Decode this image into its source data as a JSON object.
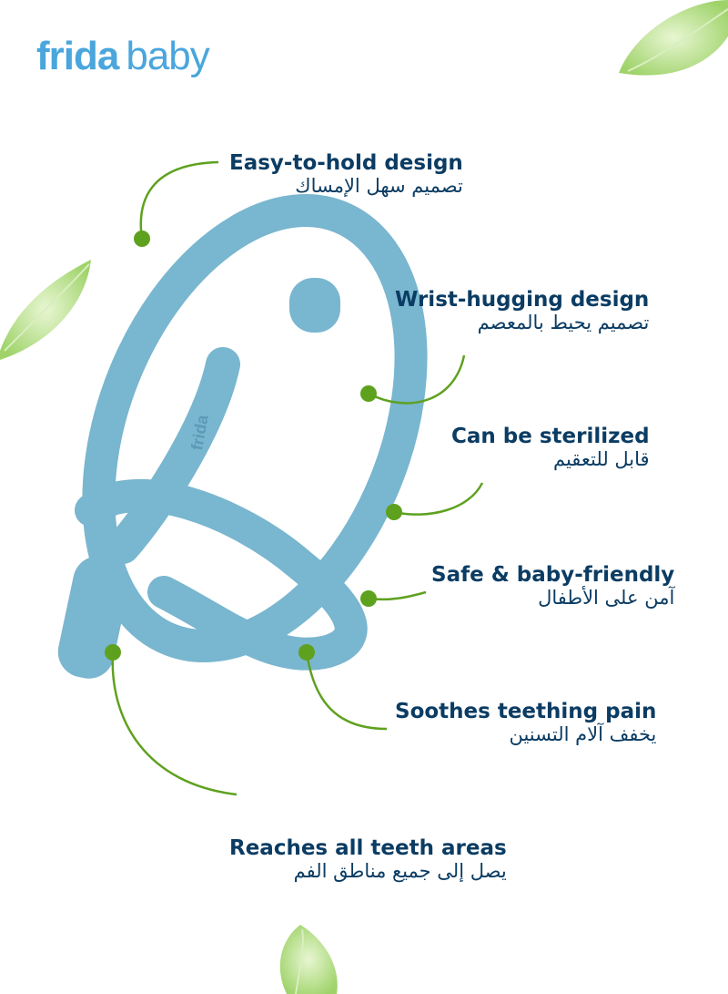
{
  "brand": {
    "word1": "frida",
    "word2": "baby",
    "color": "#4aa6dc"
  },
  "product": {
    "embossed_text": "frida",
    "color": "#79b6cf"
  },
  "colors": {
    "text": "#0b3c63",
    "accent": "#5ea11f",
    "leaf": "#b8e08a"
  },
  "features": [
    {
      "en": "Easy-to-hold design",
      "ar": "تصميم سهل الإمساك"
    },
    {
      "en": "Wrist-hugging design",
      "ar": "تصميم يحيط بالمعصم"
    },
    {
      "en": "Can be sterilized",
      "ar": "قابل للتعقيم"
    },
    {
      "en": "Safe & baby-friendly",
      "ar": "آمن على الأطفال"
    },
    {
      "en": "Soothes teething pain",
      "ar": "يخفف آلام التسنين"
    },
    {
      "en": "Reaches all teeth areas",
      "ar": "يصل إلى جميع مناطق الفم"
    }
  ]
}
